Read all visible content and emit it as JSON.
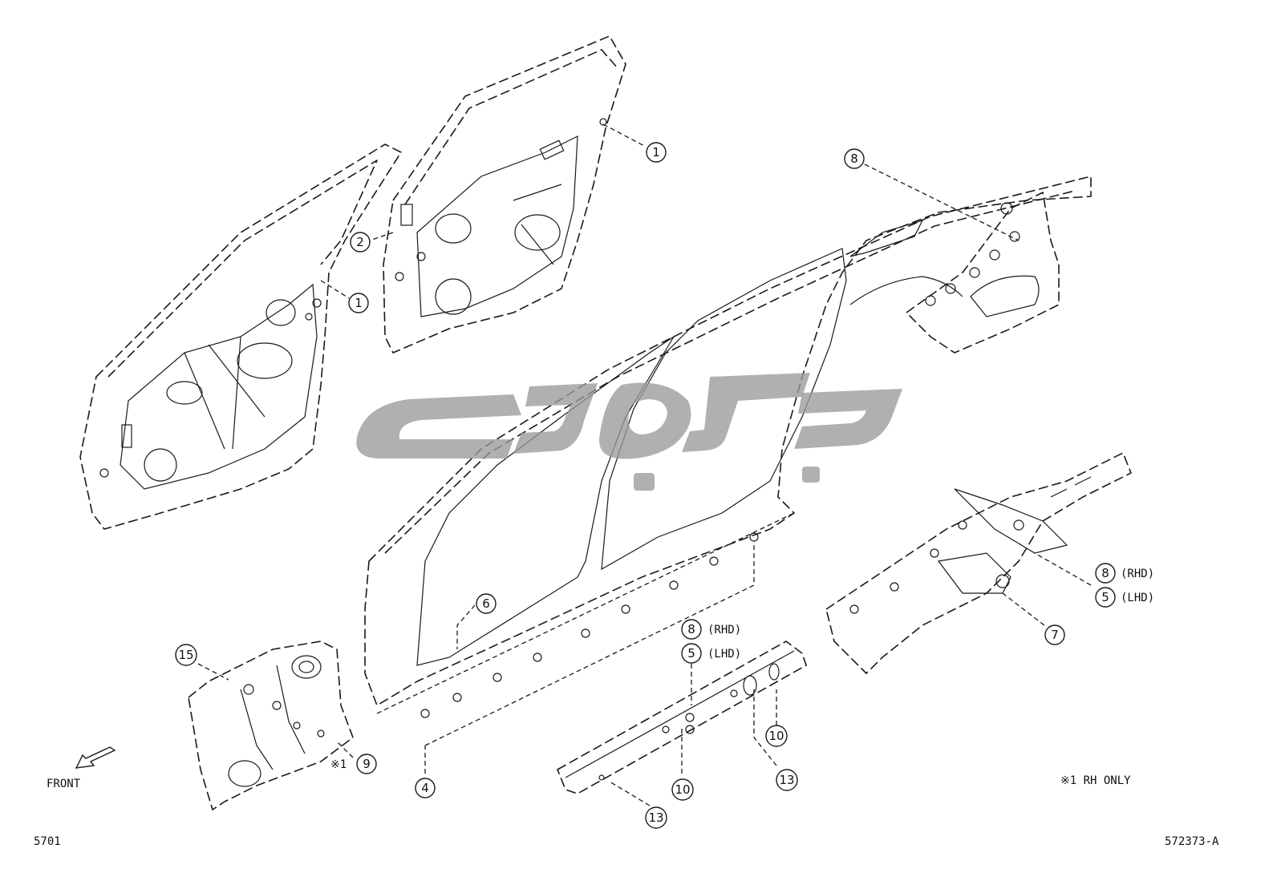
{
  "callouts": [
    {
      "id": "c1a",
      "num": "1"
    },
    {
      "id": "c1b",
      "num": "1"
    },
    {
      "id": "c2",
      "num": "2"
    },
    {
      "id": "c8top",
      "num": "8"
    },
    {
      "id": "c6",
      "num": "6"
    },
    {
      "id": "c15",
      "num": "15"
    },
    {
      "id": "c9",
      "num": "9"
    },
    {
      "id": "c4",
      "num": "4"
    },
    {
      "id": "c8mid",
      "num": "8"
    },
    {
      "id": "c5mid",
      "num": "5"
    },
    {
      "id": "c10a",
      "num": "10"
    },
    {
      "id": "c10b",
      "num": "10"
    },
    {
      "id": "c13a",
      "num": "13"
    },
    {
      "id": "c13b",
      "num": "13"
    },
    {
      "id": "c8right",
      "num": "8"
    },
    {
      "id": "c5right",
      "num": "5"
    },
    {
      "id": "c7",
      "num": "7"
    }
  ],
  "labels": {
    "rhd": "(RHD)",
    "lhd": "(LHD)",
    "note_marker": "※1",
    "note_text": "※1 RH ONLY",
    "front": "FRONT"
  },
  "footer": {
    "left_code": "5701",
    "right_code": "572373-A"
  }
}
